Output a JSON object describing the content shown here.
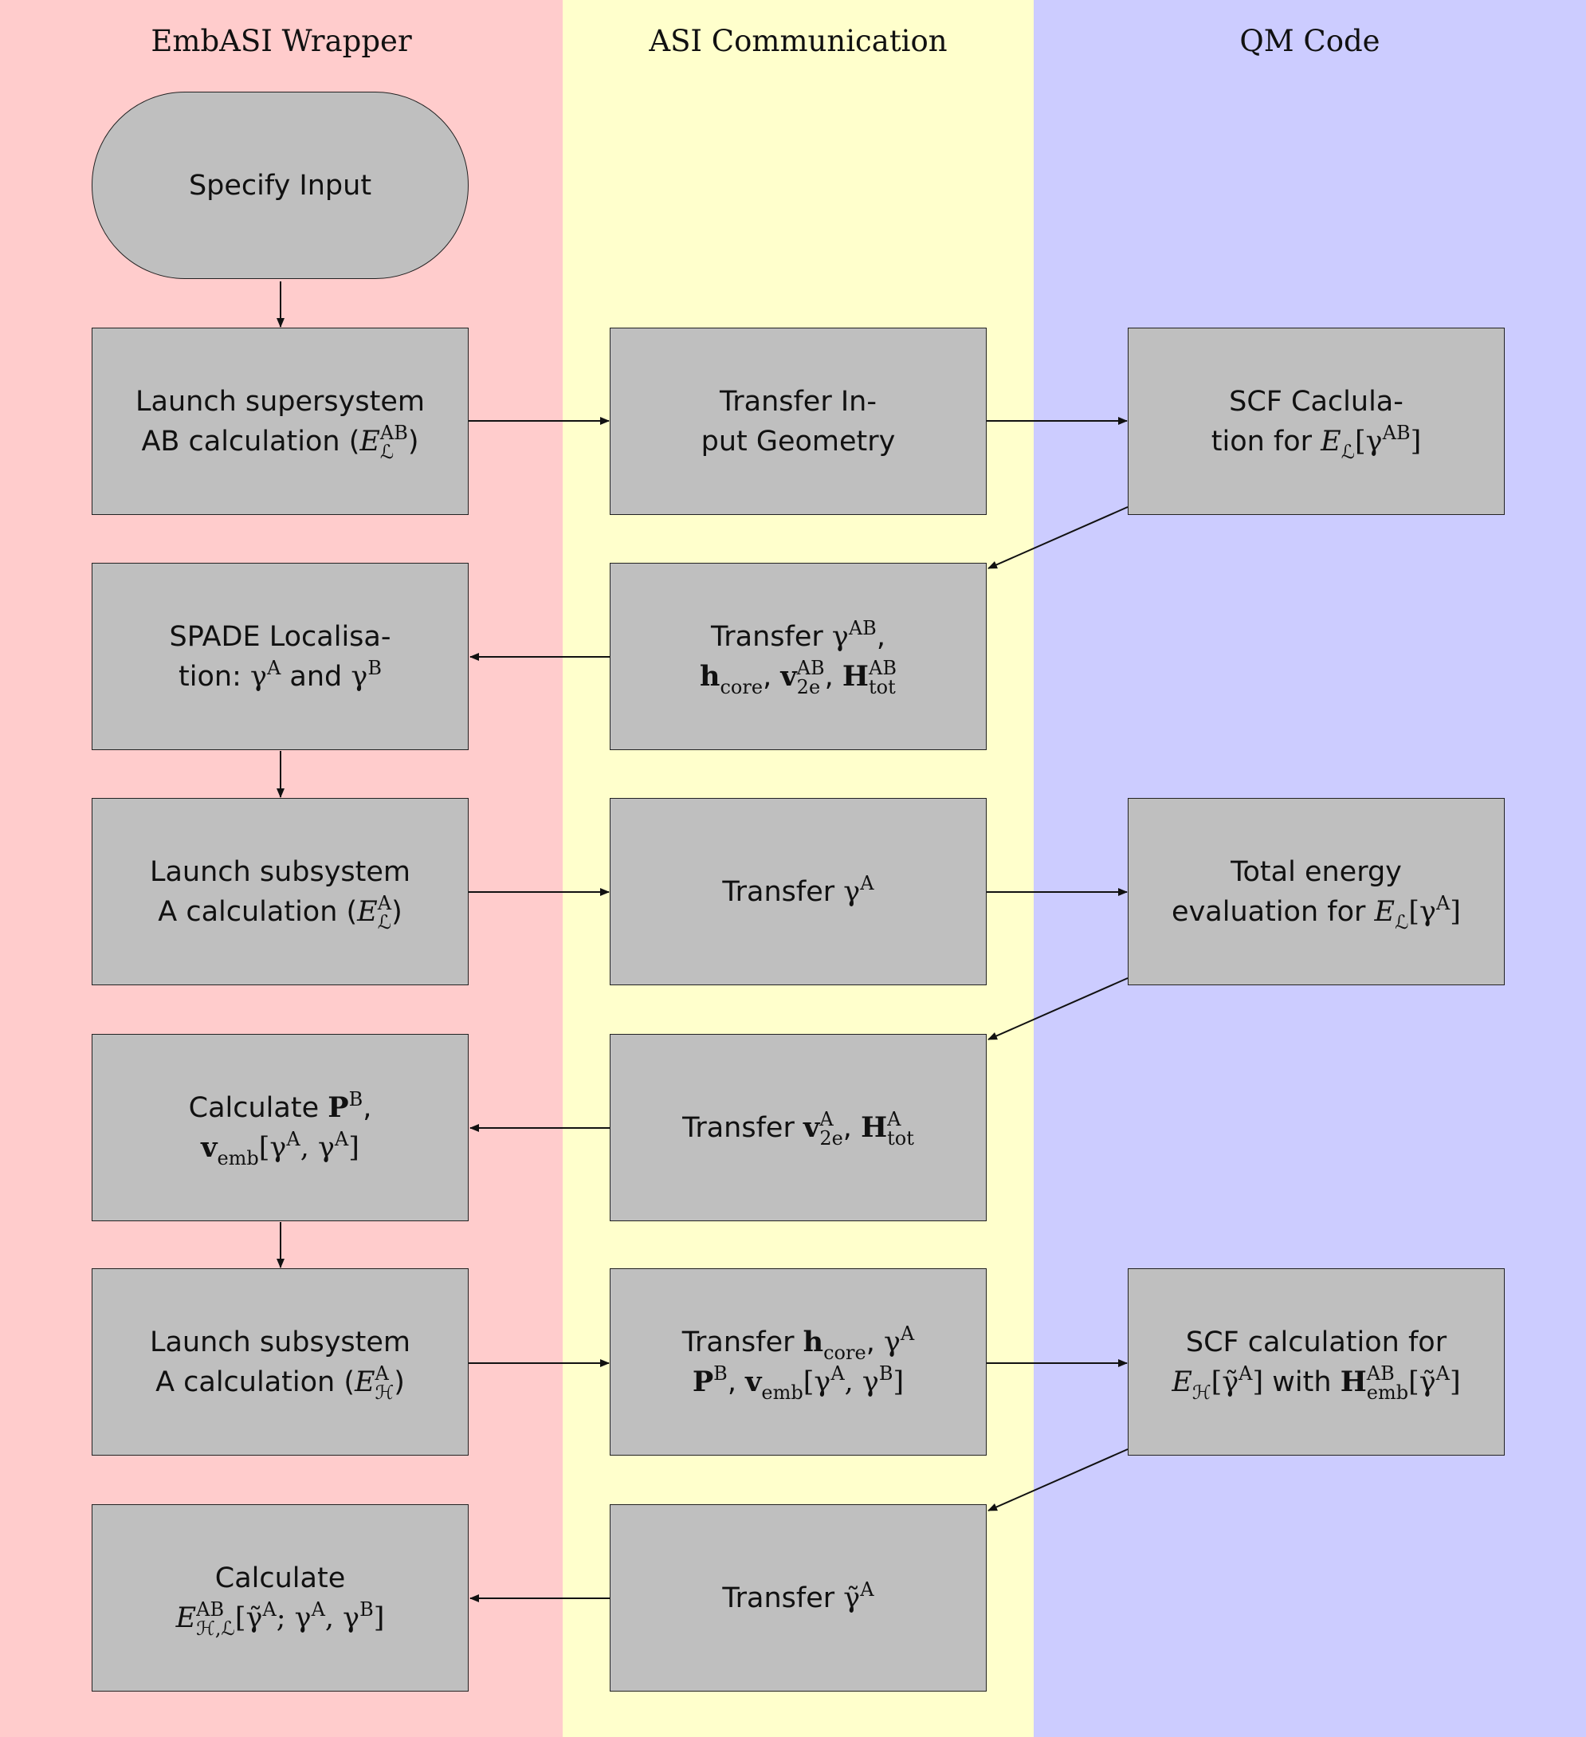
{
  "lanes": [
    {
      "title": "EmbASI Wrapper",
      "color": "#ffcccc"
    },
    {
      "title": "ASI Communication",
      "color": "#ffffcc"
    },
    {
      "title": "QM Code",
      "color": "#ccccff"
    }
  ],
  "boxes": {
    "specify_input": [
      [
        {
          "t": "Specify Input"
        }
      ]
    ],
    "launch_supersystem": [
      [
        {
          "t": "Launch supersystem"
        }
      ],
      [
        {
          "t": "AB calculation ("
        },
        {
          "m": "E",
          "i": true,
          "sub": "ℒ",
          "sup": "AB"
        },
        {
          "t": ")"
        }
      ]
    ],
    "transfer_geometry": [
      [
        {
          "t": "Transfer In-"
        }
      ],
      [
        {
          "t": "put Geometry"
        }
      ]
    ],
    "scf_supersystem": [
      [
        {
          "t": "SCF Caclula-"
        }
      ],
      [
        {
          "t": "tion for "
        },
        {
          "m": "E",
          "i": true,
          "sub": "ℒ"
        },
        {
          "m": "[γ",
          "sup": "AB"
        },
        {
          "m": "]"
        }
      ]
    ],
    "transfer_gamma_ab": [
      [
        {
          "t": "Transfer "
        },
        {
          "m": "γ",
          "sup": "AB"
        },
        {
          "t": ","
        }
      ],
      [
        {
          "m": "h",
          "b": true,
          "sub": "core"
        },
        {
          "t": ", "
        },
        {
          "m": "v",
          "b": true,
          "sub": "2e",
          "sup": "AB"
        },
        {
          "t": ", "
        },
        {
          "m": "H",
          "b": true,
          "sub": "tot",
          "sup": "AB"
        }
      ]
    ],
    "spade": [
      [
        {
          "t": "SPADE Localisa-"
        }
      ],
      [
        {
          "t": "tion: "
        },
        {
          "m": "γ",
          "sup": "A"
        },
        {
          "t": " and "
        },
        {
          "m": "γ",
          "sup": "B"
        }
      ]
    ],
    "launch_subsystem_low": [
      [
        {
          "t": "Launch subsystem"
        }
      ],
      [
        {
          "t": "A calculation ("
        },
        {
          "m": "E",
          "i": true,
          "sub": "ℒ",
          "sup": "A"
        },
        {
          "t": ")"
        }
      ]
    ],
    "transfer_gamma_a": [
      [
        {
          "t": "Transfer "
        },
        {
          "m": "γ",
          "sup": "A"
        }
      ]
    ],
    "total_energy": [
      [
        {
          "t": "Total energy"
        }
      ],
      [
        {
          "t": "evaluation for "
        },
        {
          "m": "E",
          "i": true,
          "sub": "ℒ"
        },
        {
          "m": "[γ",
          "sup": "A"
        },
        {
          "m": "]"
        }
      ]
    ],
    "calculate_pb": [
      [
        {
          "t": "Calculate "
        },
        {
          "m": "P",
          "b": true,
          "sup": "B"
        },
        {
          "t": ","
        }
      ],
      [
        {
          "m": "v",
          "b": true,
          "sub": "emb"
        },
        {
          "m": "[γ",
          "sup": "A"
        },
        {
          "m": ", γ",
          "sup": "A"
        },
        {
          "m": "]"
        }
      ]
    ],
    "transfer_v2e": [
      [
        {
          "t": "Transfer "
        },
        {
          "m": "v",
          "b": true,
          "sub": "2e",
          "sup": "A"
        },
        {
          "t": ", "
        },
        {
          "m": "H",
          "b": true,
          "sub": "tot",
          "sup": "A"
        }
      ]
    ],
    "launch_subsystem_high": [
      [
        {
          "t": "Launch subsystem"
        }
      ],
      [
        {
          "t": "A calculation ("
        },
        {
          "m": "E",
          "i": true,
          "sub": "ℋ",
          "sup": "A"
        },
        {
          "t": ")"
        }
      ]
    ],
    "transfer_hcore": [
      [
        {
          "t": "Transfer "
        },
        {
          "m": "h",
          "b": true,
          "sub": "core"
        },
        {
          "t": ", "
        },
        {
          "m": "γ",
          "sup": "A"
        }
      ],
      [
        {
          "m": "P",
          "b": true,
          "sup": "B"
        },
        {
          "t": ", "
        },
        {
          "m": "v",
          "b": true,
          "sub": "emb"
        },
        {
          "m": "[γ",
          "sup": "A"
        },
        {
          "m": ", γ",
          "sup": "B"
        },
        {
          "m": "]"
        }
      ]
    ],
    "scf_embedded": [
      [
        {
          "t": "SCF calculation for"
        }
      ],
      [
        {
          "m": "E",
          "i": true,
          "sub": "ℋ"
        },
        {
          "m": "[γ̃",
          "sup": "A"
        },
        {
          "m": "]"
        },
        {
          "t": " with "
        },
        {
          "m": "H",
          "b": true,
          "sub": "emb",
          "sup": "AB"
        },
        {
          "m": "[γ̃",
          "sup": "A"
        },
        {
          "m": "]"
        }
      ]
    ],
    "calculate_final": [
      [
        {
          "t": "Calculate"
        }
      ],
      [
        {
          "m": "E",
          "i": true,
          "sub": "ℋ,ℒ",
          "sup": "AB"
        },
        {
          "m": "[γ̃",
          "sup": "A"
        },
        {
          "m": "; γ",
          "sup": "A"
        },
        {
          "m": ", γ",
          "sup": "B"
        },
        {
          "m": "]"
        }
      ]
    ],
    "transfer_gamma_tilde": [
      [
        {
          "t": "Transfer "
        },
        {
          "m": "γ̃",
          "sup": "A"
        }
      ]
    ]
  }
}
